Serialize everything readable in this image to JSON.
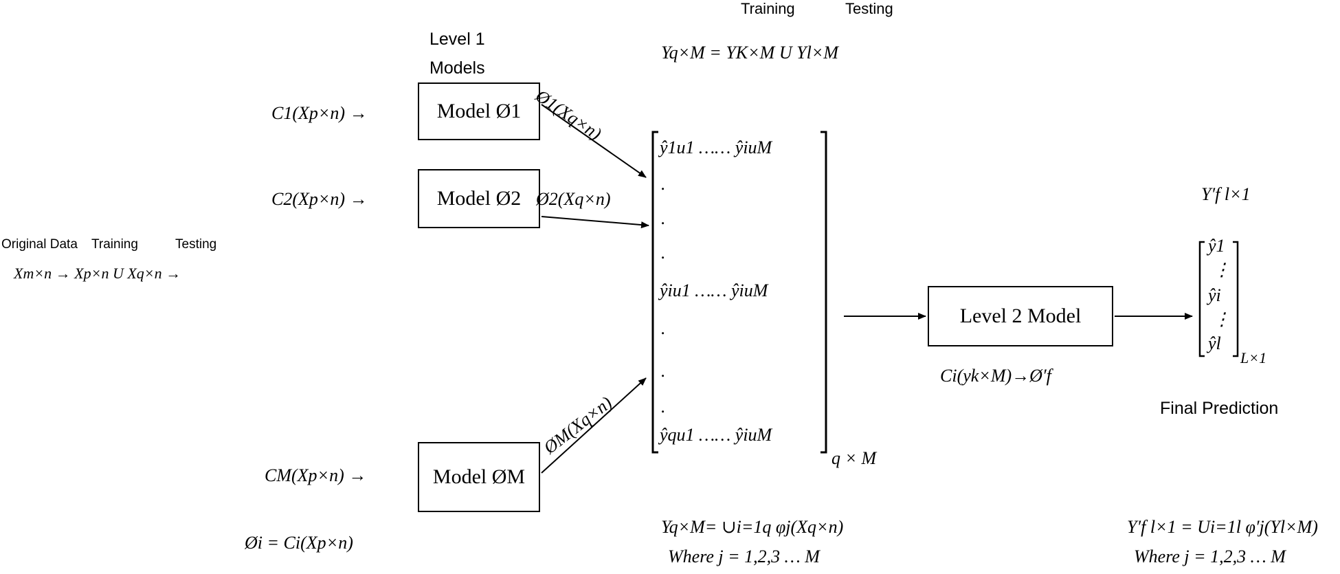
{
  "top_labels": {
    "training": "Training",
    "testing": "Testing"
  },
  "top_formula": "Yq×M = YK×M U Yl×M",
  "level1_title": {
    "line1": "Level 1",
    "line2": "Models"
  },
  "left": {
    "labels": {
      "original": "Original Data",
      "training": "Training",
      "testing": "Testing"
    },
    "formula": "Xm×n → Xp×n U Xq×n →"
  },
  "inputs": [
    "C1(Xp×n) →",
    "C2(Xp×n) →",
    "CM(Xp×n) →"
  ],
  "models": [
    "Model Ø1",
    "Model Ø2",
    "Model ØM"
  ],
  "model_outputs": [
    "Ø1(Xq×n)",
    "Ø2(Xq×n)",
    "ØM(Xq×n)"
  ],
  "phi_def": "Øi = Ci(Xp×n)",
  "matrix": {
    "row1": "ŷ1u1 …… ŷiuM",
    "rowi": "ŷiu1 …… ŷiuM",
    "rowq": "ŷqu1 …… ŷiuM",
    "dots": ".",
    "size": "q × M"
  },
  "bottom_formula": {
    "line1": "Yq×M= ∪i=1q φj(Xq×n)",
    "line2": "Where j = 1,2,3 … M"
  },
  "level2": {
    "label": "Level 2 Model",
    "formula": "Ci(yk×M)→Ø′f"
  },
  "final": {
    "top_label": "Y′f l×1",
    "vector": [
      "ŷ1",
      "⋮",
      "ŷi",
      "⋮",
      "ŷl"
    ],
    "size": "L×1",
    "caption": "Final Prediction",
    "formula_line1": "Y′f l×1 = Ui=1l φ′j(Yl×M)",
    "formula_line2": "Where j = 1,2,3 … M"
  }
}
